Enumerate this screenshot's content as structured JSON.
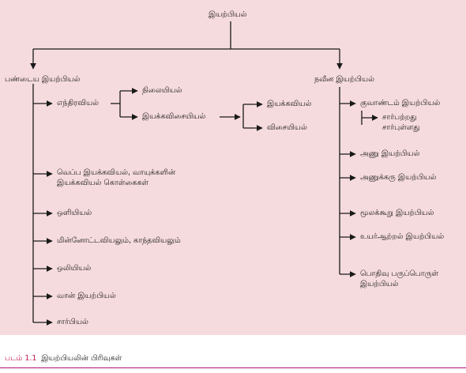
{
  "diagram": {
    "root": "இயற்பியல்",
    "classical": {
      "label": "பண்டைய இயற்பியல்",
      "mechanics": "எந்திரவியல்",
      "statics": "நிலையியல்",
      "dynamics": "இயக்கவிசையியல்",
      "kinematics": "இயக்கவியல்",
      "kinetics": "விசையியல்",
      "thermo_line1": "வெப்ப இயக்கவியல், வாயுக்களின்",
      "thermo_line2": "இயக்கவியல் கொள்கைகள்",
      "optics": "ஒளியியல்",
      "electromagnetism": "மின்னோட்டவியலும், காந்தவியலும்",
      "acoustics": "ஒலியியல்",
      "astrophysics": "வான் இயற்பியல்",
      "relativity": "சார்பியல்"
    },
    "modern": {
      "label": "நவீன இயற்பியல்",
      "quantum": "குவாண்டம் இயற்பியல்",
      "quantum_relativistic": "சார்பற்றது",
      "quantum_nonrelativistic": "சார்புள்ளது",
      "atomic": "அணு இயற்பியல்",
      "nuclear": "அணுக்கரு இயற்பியல்",
      "molecular": "மூலக்கூறு இயற்பியல்",
      "high_energy": "உயர்ஆற்றல் இயற்பியல்",
      "condensed_line1": "பொதிவு பருப்பொருள்",
      "condensed_line2": "இயற்பியல்"
    }
  },
  "caption": {
    "number": "படம் 1.1",
    "text": "இயற்பியலின் பிரிவுகள்"
  },
  "colors": {
    "panel": "#f6dbde",
    "line": "#1a1a1a",
    "caption_number": "#c2185b",
    "rule": "#b0127a"
  }
}
